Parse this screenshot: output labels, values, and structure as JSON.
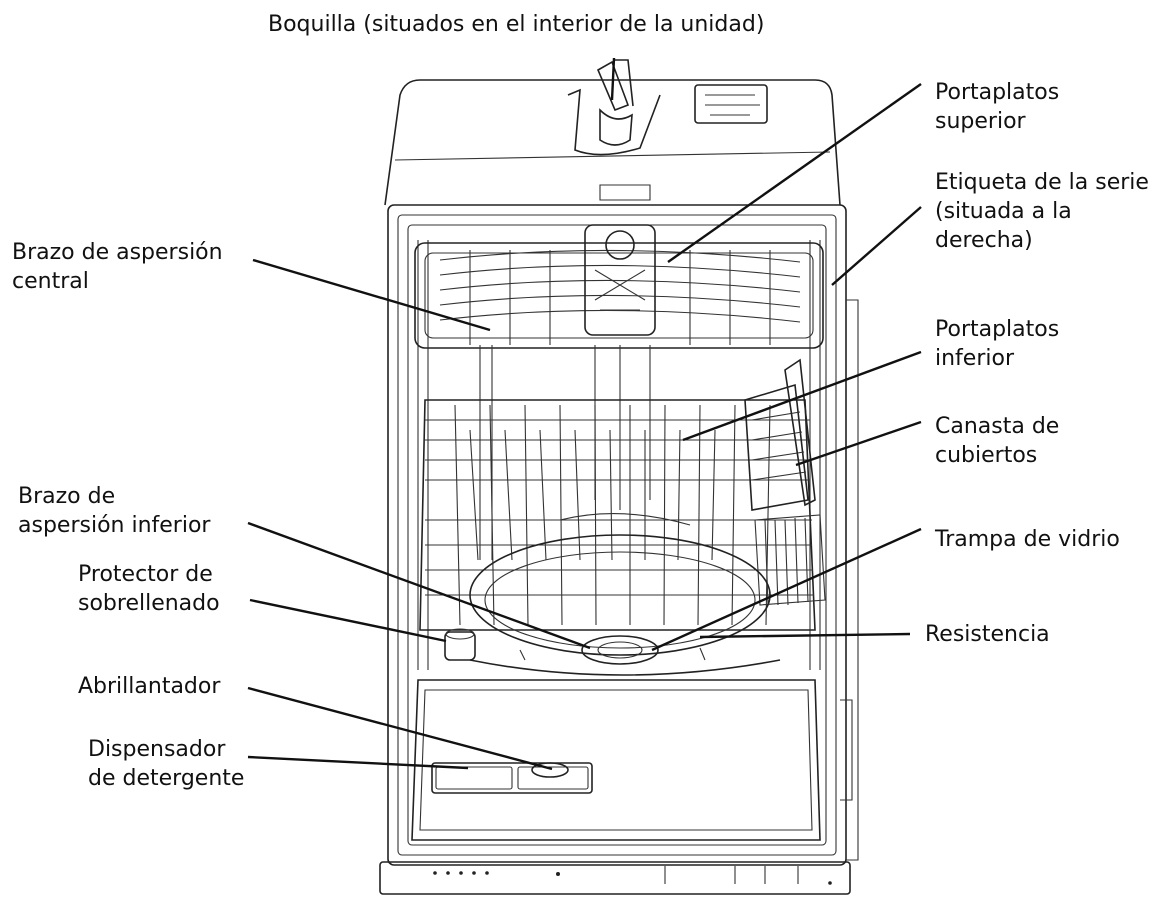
{
  "labels": {
    "boquilla": [
      "Boquilla (situados en el interior de la unidad)"
    ],
    "portaplatos_superior": [
      "Portaplatos",
      "superior"
    ],
    "etiqueta_serie": [
      "Etiqueta de la serie",
      "(situada a la",
      "derecha)"
    ],
    "brazo_central": [
      "Brazo de aspersión",
      "central"
    ],
    "portaplatos_inferior": [
      "Portaplatos",
      "inferior"
    ],
    "canasta_cubiertos": [
      "Canasta de",
      "cubiertos"
    ],
    "brazo_inferior": [
      "Brazo de",
      "aspersión inferior"
    ],
    "trampa_vidrio": [
      "Trampa de vidrio"
    ],
    "protector_sobrellenado": [
      "Protector de",
      "sobrellenado"
    ],
    "resistencia": [
      "Resistencia"
    ],
    "abrillantador": [
      "Abrillantador"
    ],
    "dispensador_detergente": [
      "Dispensador",
      "de detergente"
    ]
  },
  "colors": {
    "line": "#111111",
    "drawing": "#222222",
    "background": "#ffffff"
  }
}
